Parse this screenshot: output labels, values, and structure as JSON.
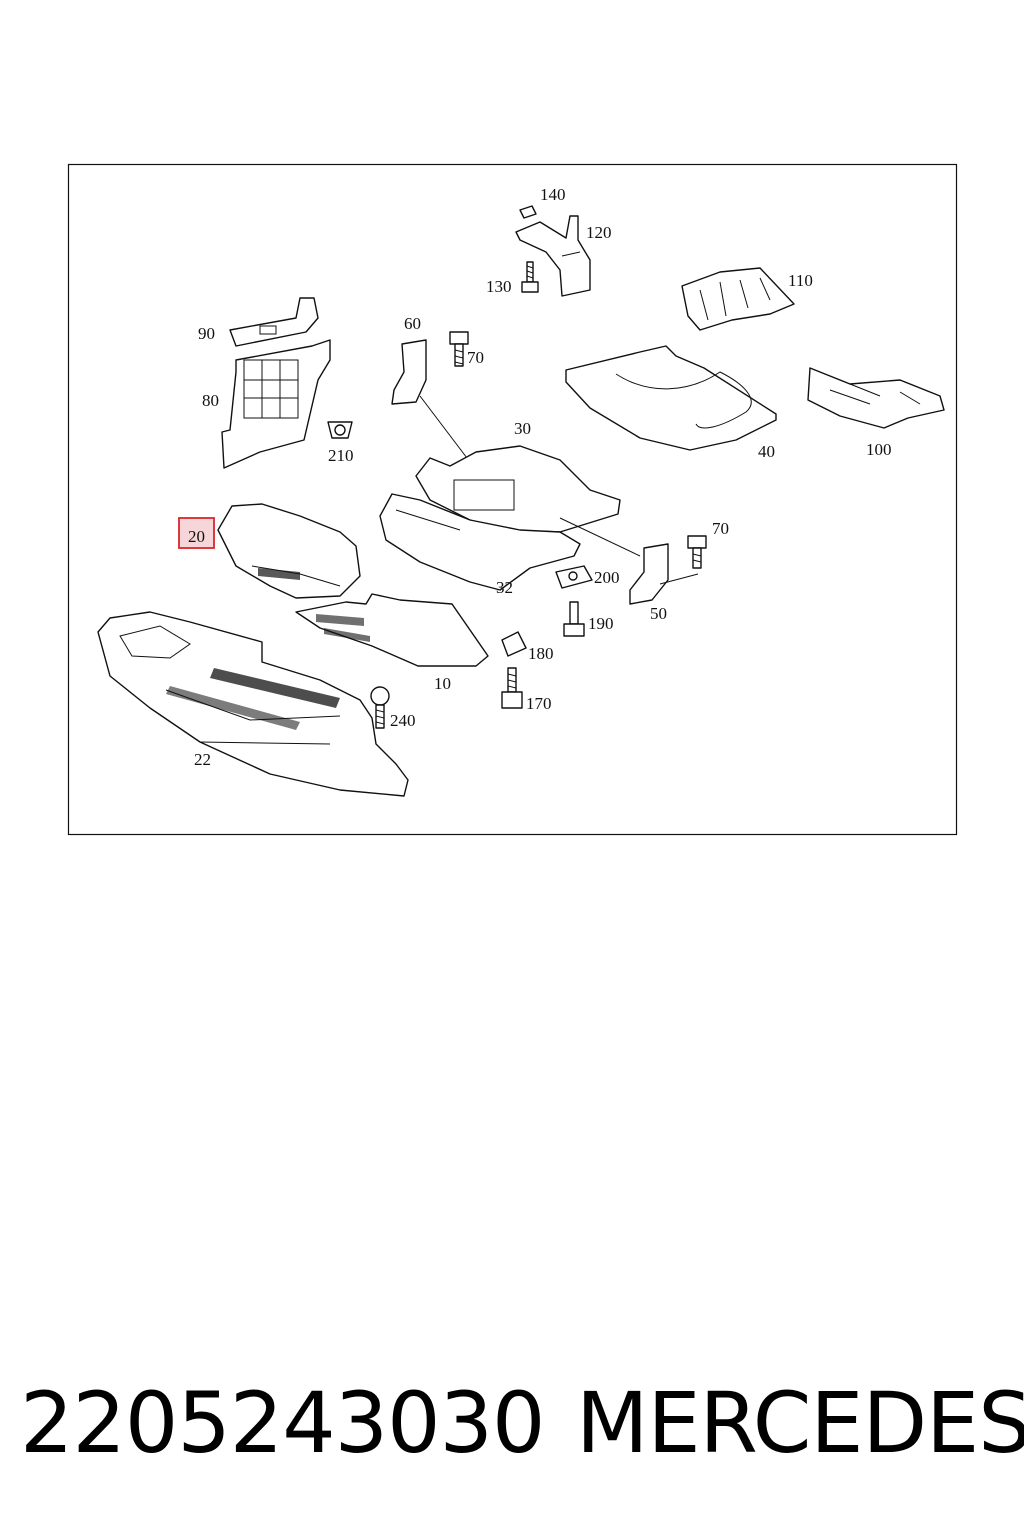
{
  "diagram": {
    "labels": {
      "l140": "140",
      "l120": "120",
      "l130": "130",
      "l110": "110",
      "l90": "90",
      "l60": "60",
      "l70a": "70",
      "l80": "80",
      "l210": "210",
      "l30": "30",
      "l40": "40",
      "l100": "100",
      "l20": "20",
      "l70b": "70",
      "l200": "200",
      "l32": "32",
      "l50": "50",
      "l190": "190",
      "l180": "180",
      "l10": "10",
      "l240": "240",
      "l170": "170",
      "l22": "22"
    },
    "highlighted_part": "20",
    "highlight_color": "#d9262c",
    "highlight_fill": "#f6d6d8"
  },
  "footer": {
    "part_number": "2205243030",
    "brand": "MERCEDES"
  }
}
